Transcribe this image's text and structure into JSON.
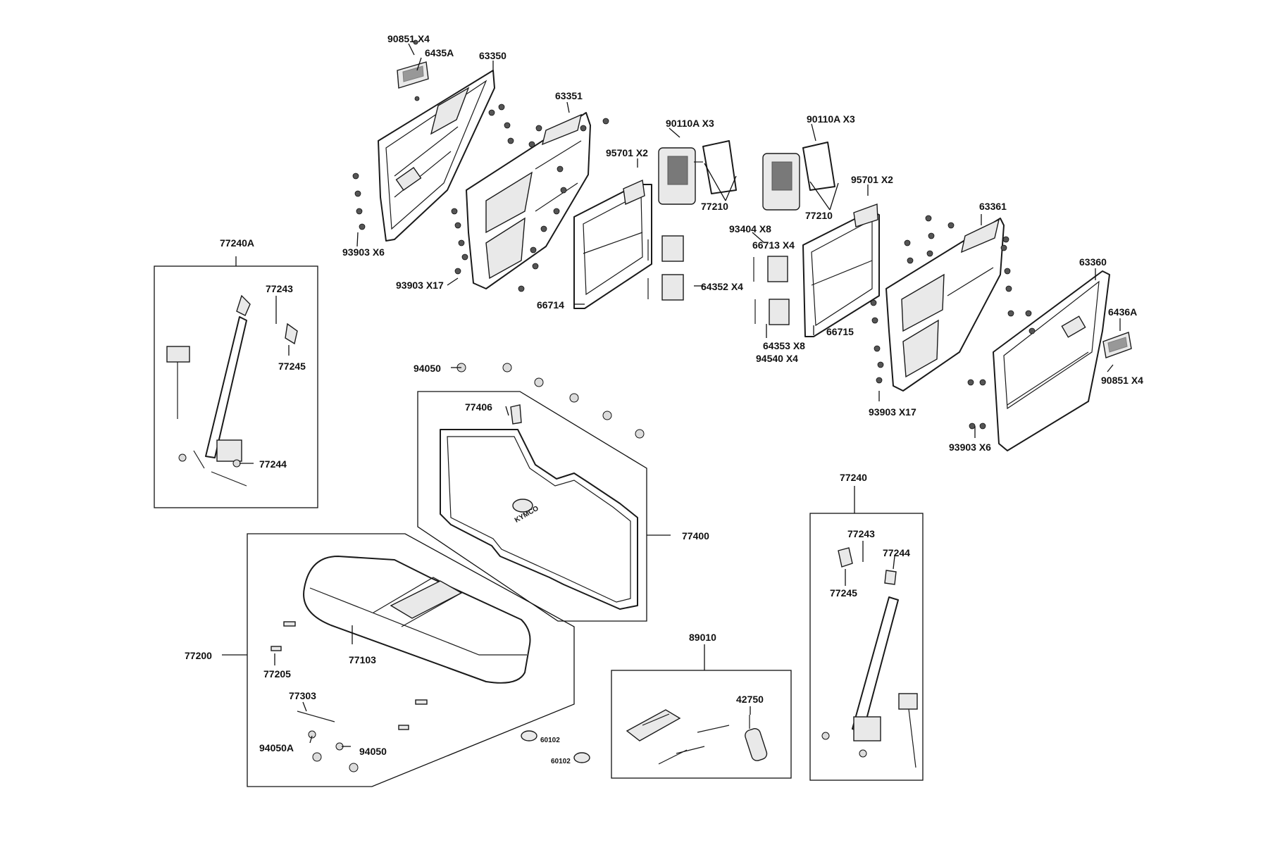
{
  "labels": {
    "l90851a": "90851 X4",
    "l6435a": "6435A",
    "l63350": "63350",
    "l63351": "63351",
    "l90110a1": "90110A  X3",
    "l90110a2": "90110A  X3",
    "l95701a": "95701  X2",
    "l95701b": "95701  X2",
    "l77210a": "77210",
    "l77210b": "77210",
    "l93404": "93404  X8",
    "l66713": "66713  X4",
    "l64352": "64352  X4",
    "l64353": "64353  X8",
    "l94540": "94540  X4",
    "l66714": "66714",
    "l66715": "66715",
    "l63361": "63361",
    "l63360": "63360",
    "l6436a": "6436A",
    "l90851b": "90851 X4",
    "l93903a": "93903   X6",
    "l93903b": "93903  X17",
    "l93903c": "93903   X17",
    "l93903d": "93903   X6",
    "l77240a": "77240A",
    "l77243a": "77243",
    "l77245a": "77245",
    "l77244a": "77244",
    "l94050top": "94050",
    "l77406": "77406",
    "l77400": "77400",
    "l77200": "77200",
    "l77103": "77103",
    "l77205": "77205",
    "l77303": "77303",
    "l94050a": "94050A",
    "l94050b": "94050",
    "l60102a": "60102",
    "l60102b": "60102",
    "l89010": "89010",
    "l42750": "42750",
    "l77240": "77240",
    "l77243b": "77243",
    "l77244b": "77244",
    "l77245b": "77245",
    "logo": "KYMCO"
  }
}
